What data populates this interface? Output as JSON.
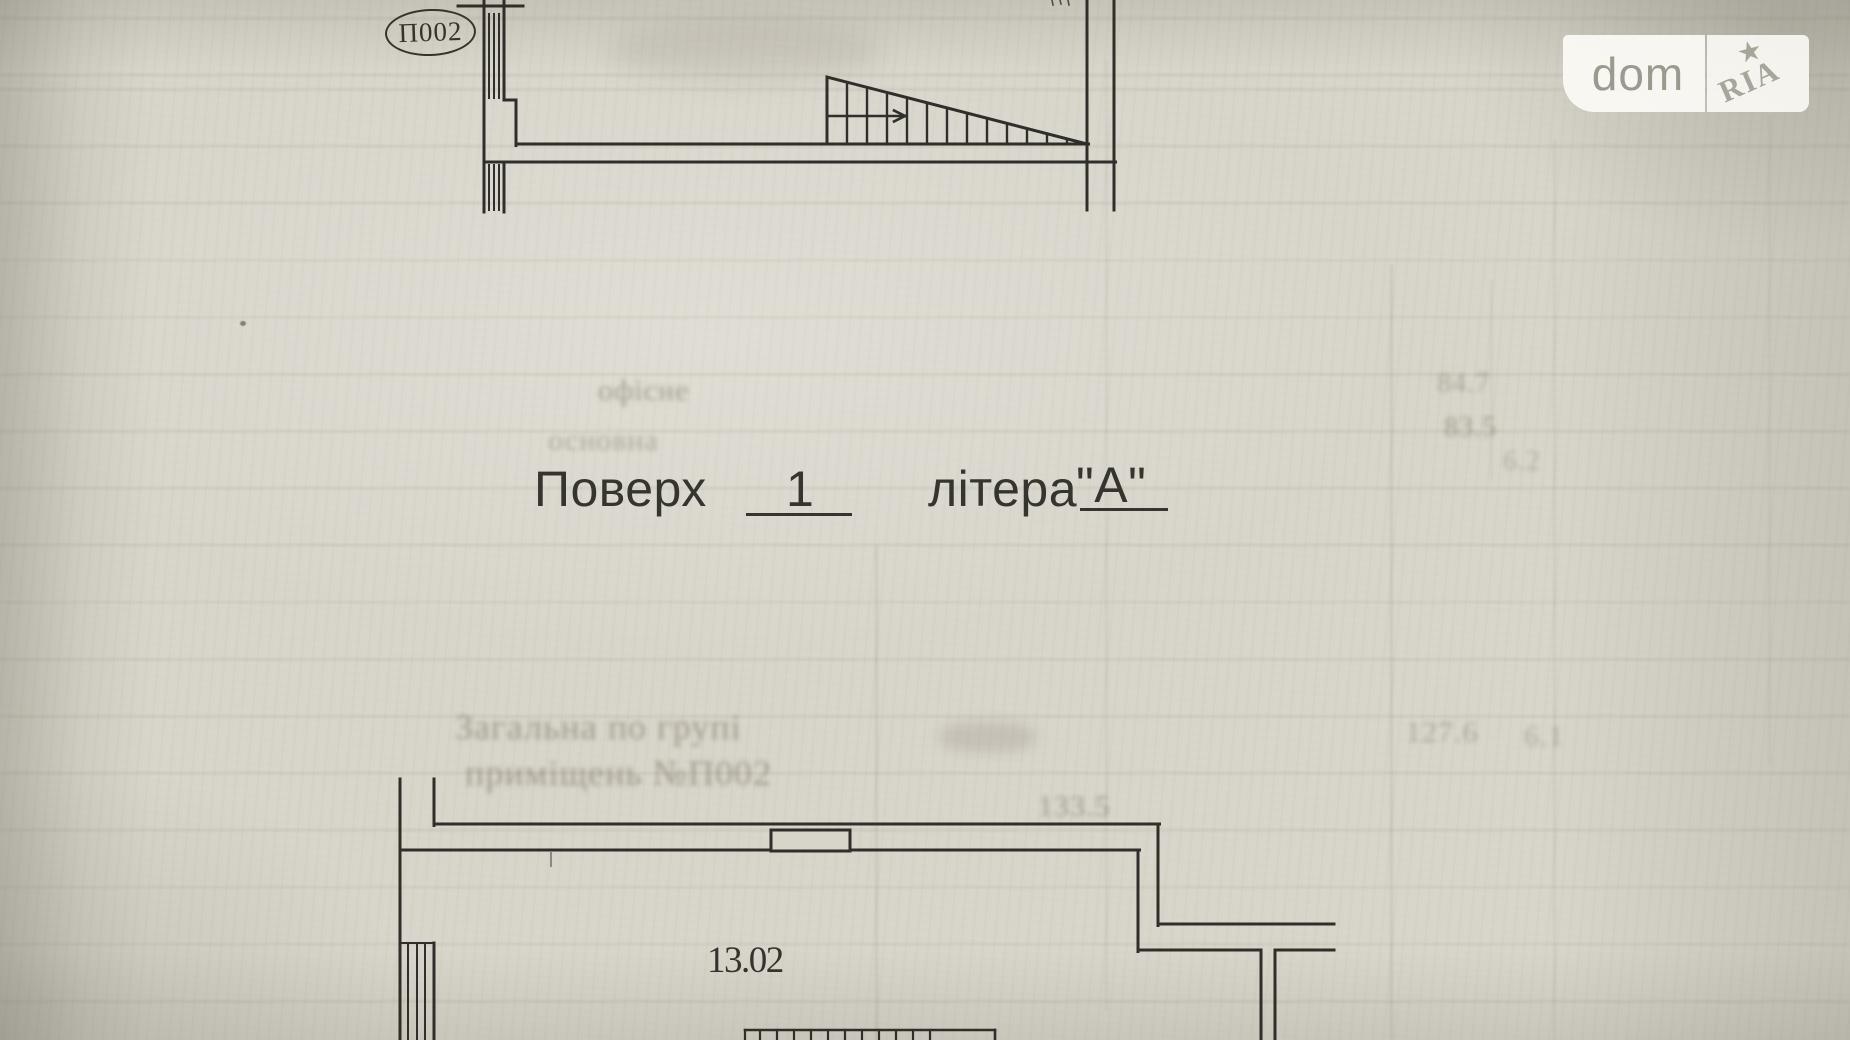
{
  "watermark": {
    "dom_label": "dom",
    "ria_label": "RIA",
    "star_icon": "★"
  },
  "floor_caption": {
    "word_floor": "Поверх",
    "floor_number": "1",
    "word_letter": "літера",
    "letter_value": "\"А\""
  },
  "upper_plan": {
    "stamp_label": "П002"
  },
  "lower_plan": {
    "room_area_label": "13.02"
  },
  "ghost_bleedthrough": {
    "word_1": "офісне",
    "word_2": "основна",
    "num_1": "84.7",
    "num_2": "83.5",
    "num_3": "6.2",
    "line_1": "Загальна по групі",
    "line_2": "приміщень №П002",
    "num_4": "133.5",
    "num_5": "127.6",
    "num_6": "6.1"
  },
  "colors": {
    "paper": "#d7d4ca",
    "ink": "#2f2e2a",
    "ghost": "#8d8672",
    "logo_text": "#9c9a8f",
    "logo_panel": "#fcfbf6"
  }
}
